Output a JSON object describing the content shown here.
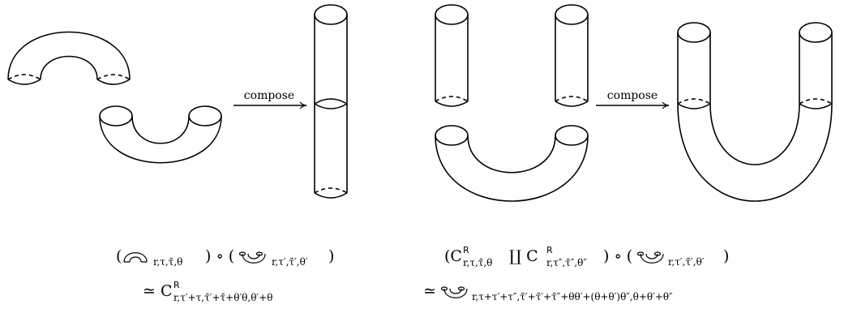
{
  "left_panel": {
    "arrow_label": "compose",
    "formula_line1": {
      "open": "(",
      "sub_a": "r,τ,τ̄,θ",
      "middle": ") ∘ (",
      "sub_b": "r,τ′,τ̄′,θ′",
      "close": ")"
    },
    "formula_line2": {
      "rel": "≃ C",
      "sup": "R",
      "sub": "r,τ′+τ,τ̄′+τ̄+θ′θ,θ′+θ"
    }
  },
  "right_panel": {
    "arrow_label": "compose",
    "formula_line1": {
      "open": "(C",
      "sup_a": "R",
      "sub_a": "r,τ,τ̄,θ",
      "coprod": " ∐ C",
      "sup_b": "R",
      "sub_b": "r,τ″,τ̄″,θ″",
      "middle": ") ∘ (",
      "sub_c": "r,τ′,τ̄′,θ′",
      "close": ")"
    },
    "formula_line2": {
      "rel": "≃",
      "sub": "r,τ+τ′+τ″,τ̄′+τ̄′+τ̄″+θθ′+(θ+θ′)θ″,θ+θ′+θ″"
    }
  },
  "icons": [
    "cap-icon",
    "cup-icon"
  ]
}
